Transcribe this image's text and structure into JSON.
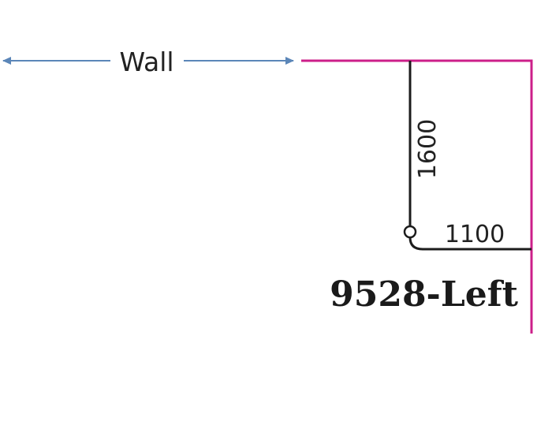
{
  "labels": {
    "wall": "Wall",
    "dimension_vertical": "1600",
    "dimension_horizontal": "1100",
    "model_name": "9528-Left"
  },
  "colors": {
    "wall_line": "#cc1f8a",
    "wall_arrow": "#5b86b8",
    "sink_outline": "#1c1c1c",
    "text": "#222222"
  }
}
